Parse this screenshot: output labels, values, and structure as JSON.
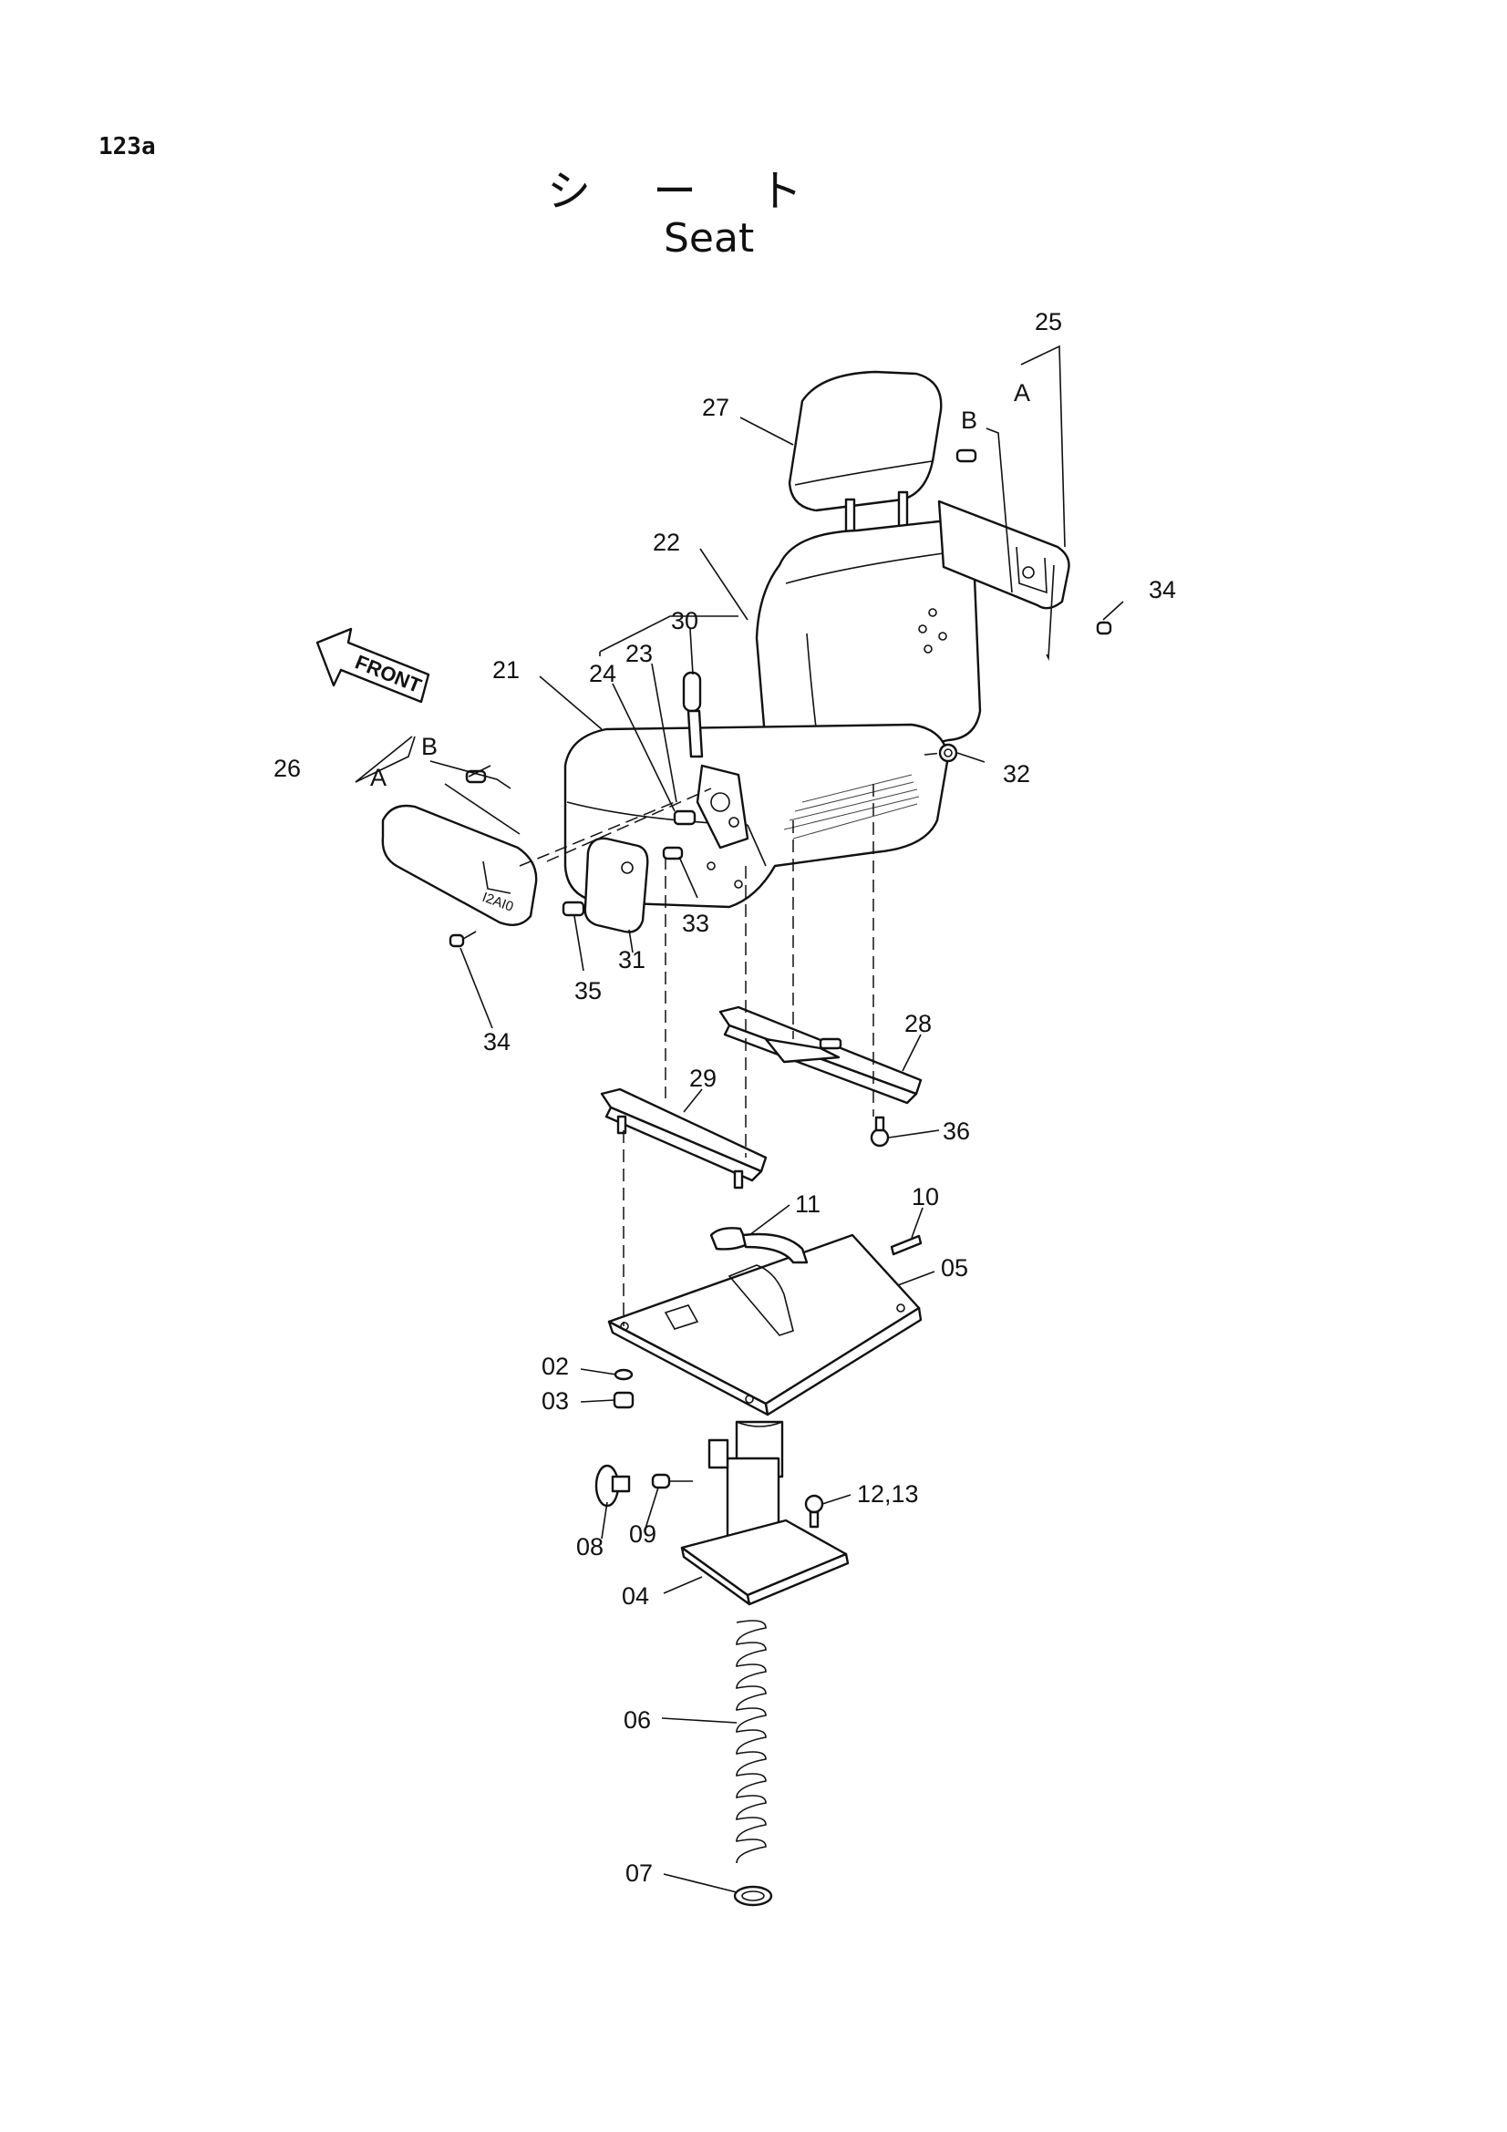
{
  "page_number": "123a",
  "title_jp": "シート",
  "title_en": "Seat",
  "front_label": "FRONT",
  "callouts": {
    "p02": "02",
    "p03": "03",
    "p04": "04",
    "p05": "05",
    "p06": "06",
    "p07": "07",
    "p08": "08",
    "p09": "09",
    "p10": "10",
    "p11": "11",
    "p12_13": "12,13",
    "p21": "21",
    "p22": "22",
    "p23": "23",
    "p24": "24",
    "p25": "25",
    "p26": "26",
    "p27": "27",
    "p28": "28",
    "p29": "29",
    "p30": "30",
    "p31": "31",
    "p32": "32",
    "p33": "33",
    "p34_right": "34",
    "p34_left": "34",
    "p35": "35",
    "p36": "36",
    "a_right": "A",
    "b_right": "B",
    "a_left": "A",
    "b_left": "B"
  }
}
